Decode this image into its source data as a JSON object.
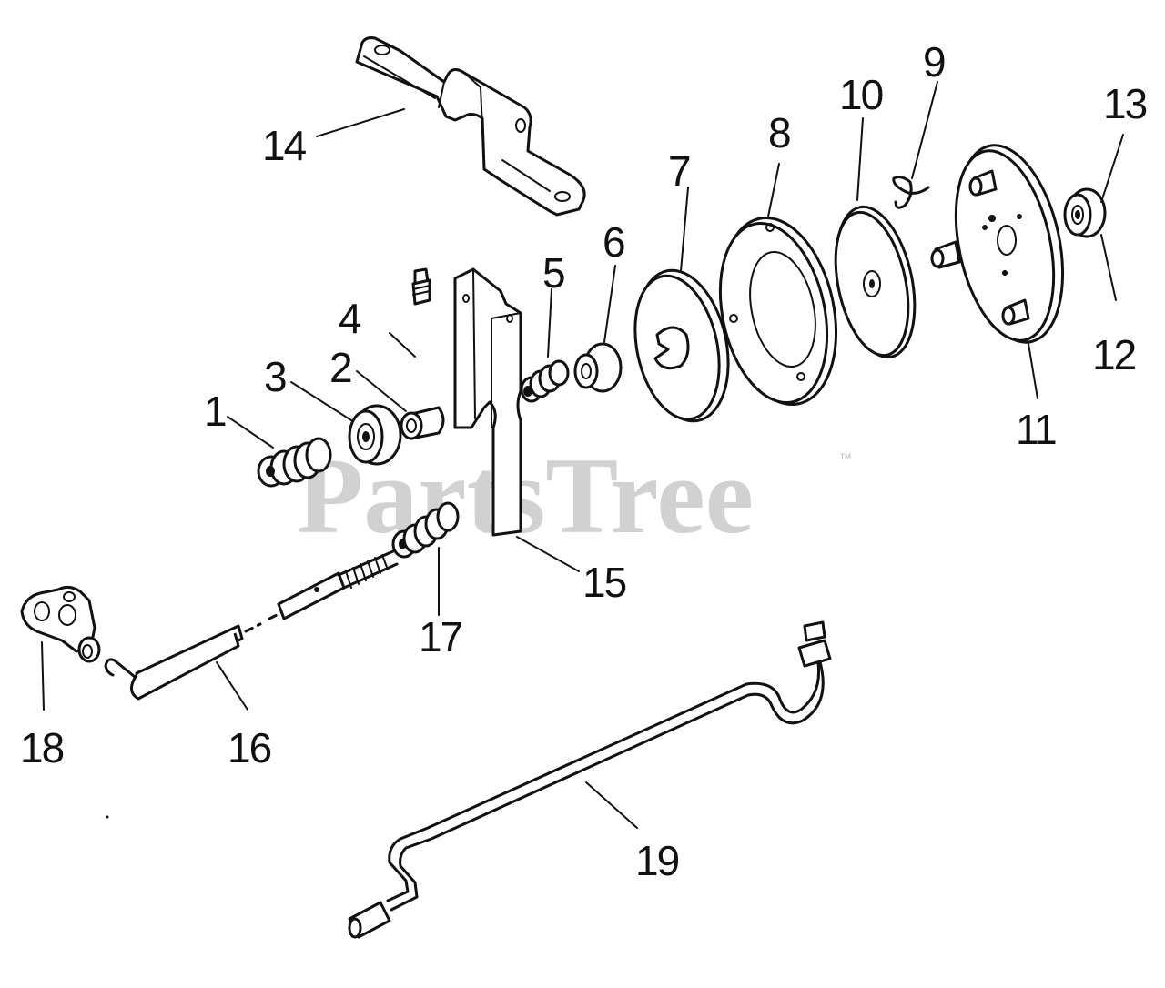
{
  "watermark": {
    "text": "PartsTree",
    "trademark": "™"
  },
  "callouts": [
    "1",
    "2",
    "3",
    "4",
    "5",
    "6",
    "7",
    "8",
    "9",
    "10",
    "11",
    "12",
    "13",
    "14",
    "15",
    "16",
    "17",
    "18",
    "19"
  ]
}
